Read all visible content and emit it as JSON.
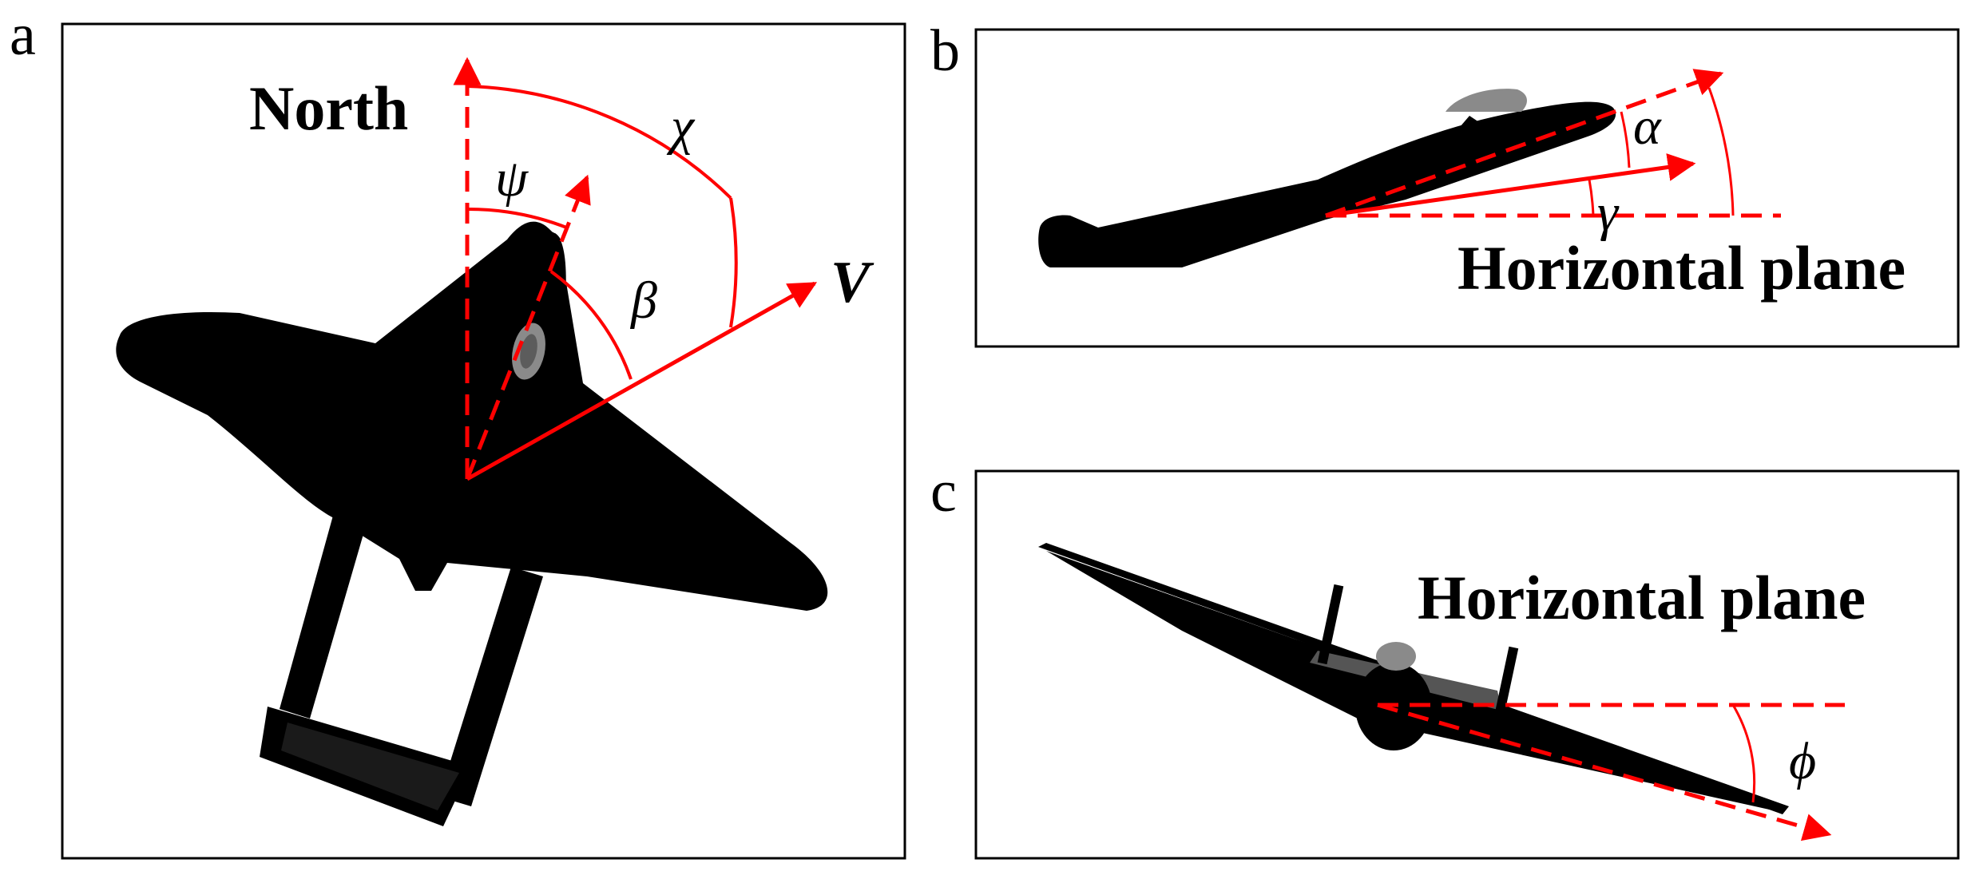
{
  "panels": {
    "a": {
      "letter": "a",
      "north_label": "North",
      "velocity_label": "V",
      "angles": {
        "chi": "χ",
        "psi": "ψ",
        "beta": "β"
      }
    },
    "b": {
      "letter": "b",
      "plane_label": "Horizontal plane",
      "angles": {
        "alpha": "α",
        "gamma": "γ"
      }
    },
    "c": {
      "letter": "c",
      "plane_label": "Horizontal plane",
      "angles": {
        "phi": "ϕ"
      }
    }
  },
  "colors": {
    "vector": "#ff0000",
    "aircraft": "#000000",
    "canopy": "#8a8a8a",
    "frame": "#000000"
  },
  "icons": {
    "aircraft_top": "aircraft-top-view-icon",
    "aircraft_side": "aircraft-side-view-icon",
    "aircraft_front": "aircraft-front-view-icon"
  }
}
